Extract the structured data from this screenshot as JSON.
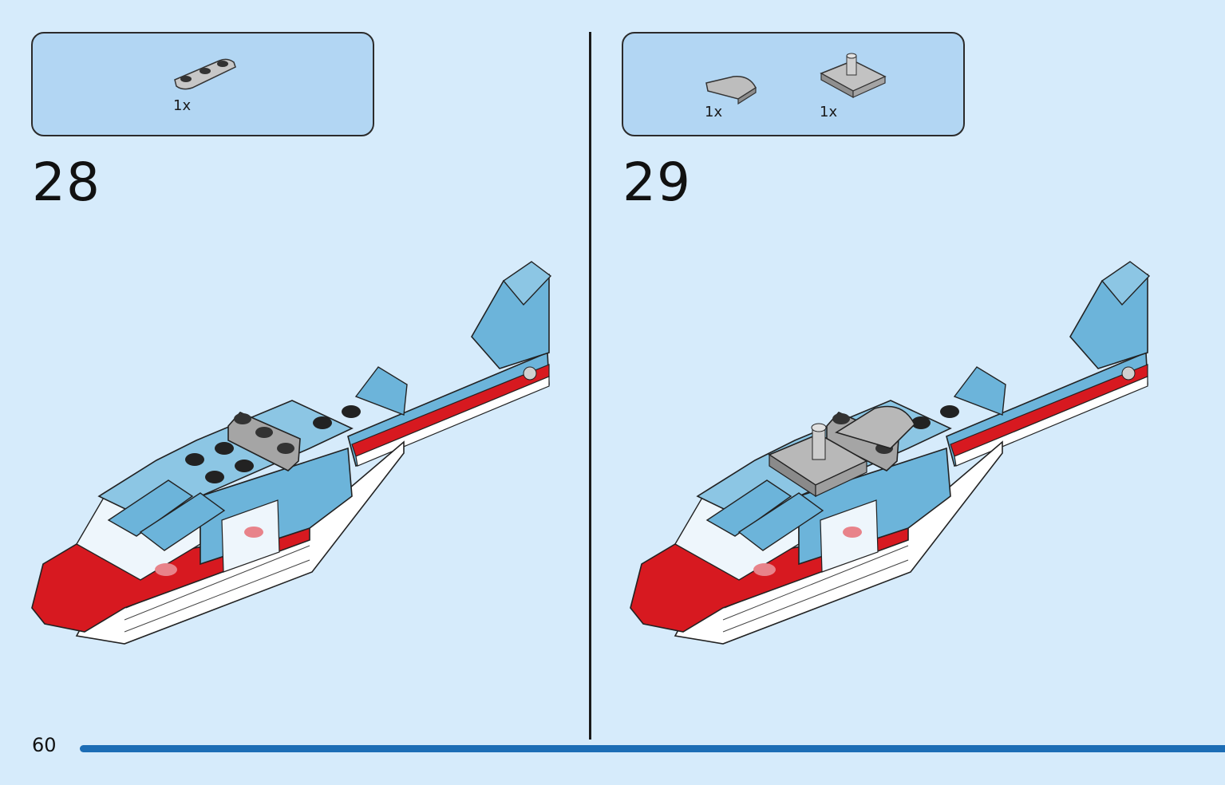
{
  "page": {
    "number": "60",
    "progress": 1.0
  },
  "steps": [
    {
      "number": "28",
      "parts": [
        {
          "name": "plate-1x3-rounded-light-gray",
          "qty": "1x"
        }
      ]
    },
    {
      "number": "29",
      "parts": [
        {
          "name": "slope-curved-light-gray",
          "qty": "1x"
        },
        {
          "name": "plate-2x2-with-pin-light-gray",
          "qty": "1x"
        }
      ]
    }
  ],
  "colors": {
    "background": "#d6ebfb",
    "parts_box": "#b2d6f3",
    "brick_blue": "#6cb4da",
    "brick_red": "#d71920",
    "brick_white": "#ffffff",
    "brick_gray": "#a5a5a5",
    "progress": "#1c6db5"
  }
}
